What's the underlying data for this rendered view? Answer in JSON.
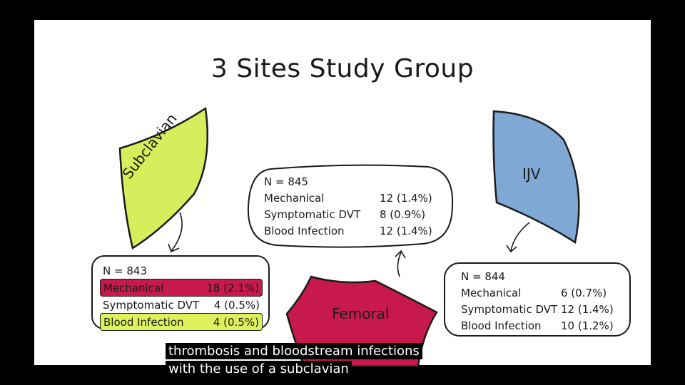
{
  "slide": {
    "title": "3 Sites Study Group",
    "colors": {
      "subclavian": "#d7ee5c",
      "ijv": "#7fa9d4",
      "femoral": "#c8194f",
      "mechanical_highlight": "#c8194f",
      "blood_highlight": "#dcf15a"
    },
    "sites": {
      "subclavian": {
        "label": "Subclavian",
        "n": "N = 843",
        "rows": [
          {
            "label": "Mechanical",
            "value": "18 (2.1%)"
          },
          {
            "label": "Symptomatic DVT",
            "value": "4 (0.5%)"
          },
          {
            "label": "Blood Infection",
            "value": "4 (0.5%)"
          }
        ]
      },
      "femoral": {
        "label": "Femoral",
        "n": "N = 845",
        "rows": [
          {
            "label": "Mechanical",
            "value": "12 (1.4%)"
          },
          {
            "label": "Symptomatic DVT",
            "value": "8 (0.9%)"
          },
          {
            "label": "Blood Infection",
            "value": "12 (1.4%)"
          }
        ]
      },
      "ijv": {
        "label": "IJV",
        "n": "N = 844",
        "rows": [
          {
            "label": "Mechanical",
            "value": "6 (0.7%)"
          },
          {
            "label": "Symptomatic DVT",
            "value": "12 (1.4%)"
          },
          {
            "label": "Blood Infection",
            "value": "10 (1.2%)"
          }
        ]
      }
    }
  },
  "captions": {
    "line1": "thrombosis and bloodstream infections",
    "line2": "with the use of a subclavian"
  }
}
